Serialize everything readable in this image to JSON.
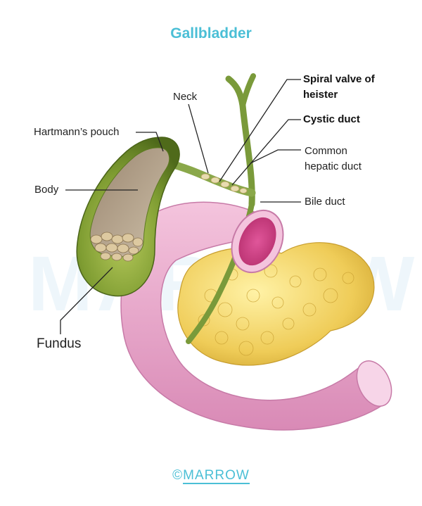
{
  "title": "Gallbladder",
  "watermark": "MARROW",
  "footer": {
    "symbol": "©",
    "brand": "MARROW"
  },
  "labels": {
    "spiral_valve_line1": "Spiral valve of",
    "spiral_valve_line2": "heister",
    "neck": "Neck",
    "cystic_duct": "Cystic duct",
    "hartmanns_pouch": "Hartmann’s pouch",
    "common_hepatic_line1": "Common",
    "common_hepatic_line2": "hepatic duct",
    "body": "Body",
    "bile_duct": "Bile duct",
    "fundus": "Fundus"
  },
  "colors": {
    "title": "#4bbfd6",
    "gallbladder_wall": "#6f8f2a",
    "duct": "#7a9a3a",
    "duodenum": "#e9aecf",
    "pancreas": "#f0d36a",
    "stones": "#d8c39a"
  }
}
